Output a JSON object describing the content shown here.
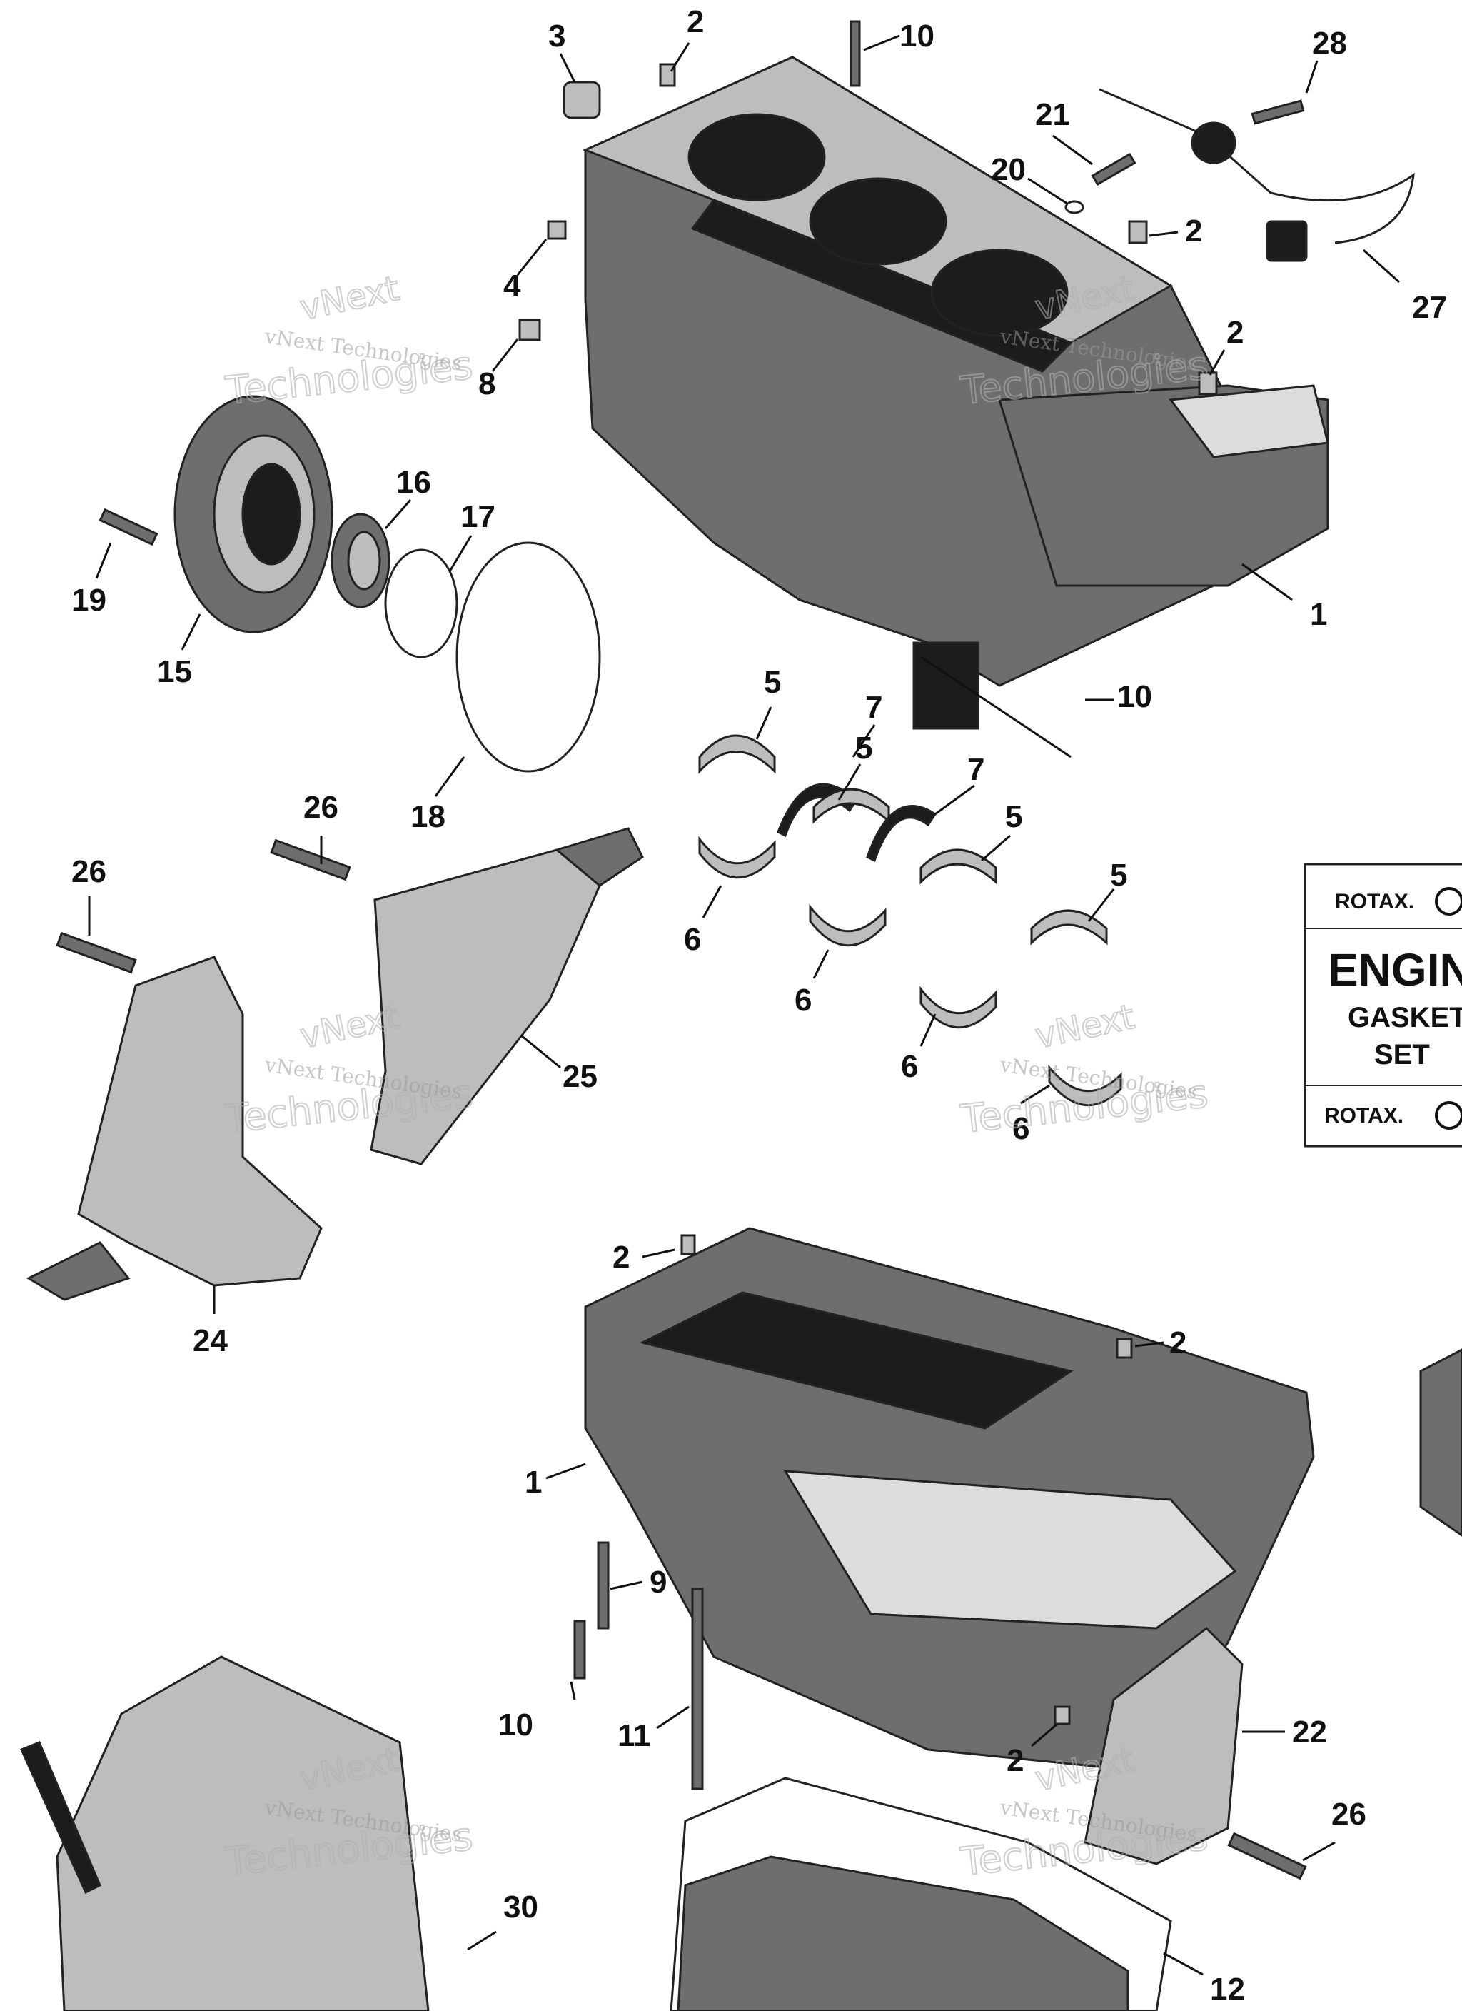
{
  "callouts": [
    {
      "id": "c3",
      "label": "3"
    },
    {
      "id": "c2a",
      "label": "2"
    },
    {
      "id": "c10a",
      "label": "10"
    },
    {
      "id": "c28",
      "label": "28"
    },
    {
      "id": "c21",
      "label": "21"
    },
    {
      "id": "c20",
      "label": "20"
    },
    {
      "id": "c2b",
      "label": "2"
    },
    {
      "id": "c27",
      "label": "27"
    },
    {
      "id": "c4",
      "label": "4"
    },
    {
      "id": "c8",
      "label": "8"
    },
    {
      "id": "c2c",
      "label": "2"
    },
    {
      "id": "c16",
      "label": "16"
    },
    {
      "id": "c17",
      "label": "17"
    },
    {
      "id": "c19",
      "label": "19"
    },
    {
      "id": "c15",
      "label": "15"
    },
    {
      "id": "c1a",
      "label": "1"
    },
    {
      "id": "c18",
      "label": "18"
    },
    {
      "id": "c5a",
      "label": "5"
    },
    {
      "id": "c7a",
      "label": "7"
    },
    {
      "id": "c5b",
      "label": "5"
    },
    {
      "id": "c7b",
      "label": "7"
    },
    {
      "id": "c10b",
      "label": "10"
    },
    {
      "id": "c5c",
      "label": "5"
    },
    {
      "id": "c5d",
      "label": "5"
    },
    {
      "id": "c6a",
      "label": "6"
    },
    {
      "id": "c6b",
      "label": "6"
    },
    {
      "id": "c6c",
      "label": "6"
    },
    {
      "id": "c6d",
      "label": "6"
    },
    {
      "id": "c26a",
      "label": "26"
    },
    {
      "id": "c26b",
      "label": "26"
    },
    {
      "id": "c25",
      "label": "25"
    },
    {
      "id": "c24",
      "label": "24"
    },
    {
      "id": "c2d",
      "label": "2"
    },
    {
      "id": "c2e",
      "label": "2"
    },
    {
      "id": "c1b",
      "label": "1"
    },
    {
      "id": "c9",
      "label": "9"
    },
    {
      "id": "c10c",
      "label": "10"
    },
    {
      "id": "c11",
      "label": "11"
    },
    {
      "id": "c2f",
      "label": "2"
    },
    {
      "id": "c22",
      "label": "22"
    },
    {
      "id": "c26c",
      "label": "26"
    },
    {
      "id": "c30",
      "label": "30"
    },
    {
      "id": "c12",
      "label": "12"
    }
  ],
  "gasket_set_label": {
    "brand_top": "ROTAX.",
    "title": "ENGINE",
    "line1": "GASKET",
    "line2": "SET",
    "brand_bottom": "ROTAX."
  },
  "watermark": {
    "small": "vNext Technologies",
    "big_line1": "vNext",
    "big_line2": "Technologies"
  }
}
